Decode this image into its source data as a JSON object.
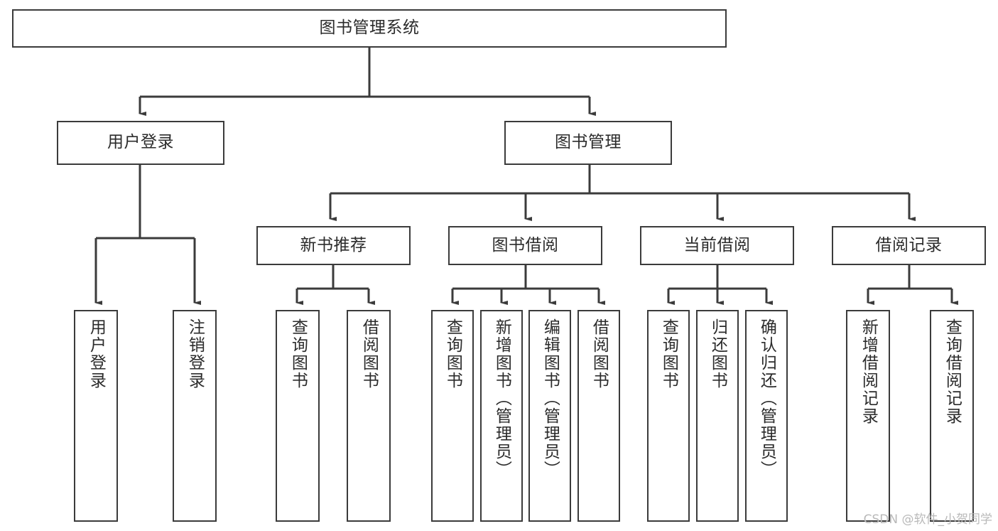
{
  "diagram": {
    "type": "tree",
    "title": "图书管理系统",
    "root": {
      "label": "图书管理系统"
    },
    "level2": [
      {
        "label": "用户登录"
      },
      {
        "label": "图书管理"
      }
    ],
    "level3": [
      {
        "label": "新书推荐"
      },
      {
        "label": "图书借阅"
      },
      {
        "label": "当前借阅"
      },
      {
        "label": "借阅记录"
      }
    ],
    "leaves": {
      "user_login": [
        {
          "label": "用户登录"
        },
        {
          "label": "注销登录"
        }
      ],
      "new_book_recommend": [
        {
          "label": "查询图书"
        },
        {
          "label": "借阅图书"
        }
      ],
      "book_borrow": [
        {
          "label": "查询图书"
        },
        {
          "label": "新增图书（管理员）"
        },
        {
          "label": "编辑图书（管理员）"
        },
        {
          "label": "借阅图书"
        }
      ],
      "current_borrow": [
        {
          "label": "查询图书"
        },
        {
          "label": "归还图书"
        },
        {
          "label": "确认归还（管理员）"
        }
      ],
      "borrow_record": [
        {
          "label": "新增借阅记录"
        },
        {
          "label": "查询借阅记录"
        }
      ]
    }
  },
  "watermark": {
    "text": "CSDN @软件_小贺同学"
  },
  "colors": {
    "border": "#3b3b3b",
    "connector": "#3b3b3b",
    "background": "#ffffff",
    "text": "#2b2b2b",
    "watermark": "#b9b9b9"
  }
}
